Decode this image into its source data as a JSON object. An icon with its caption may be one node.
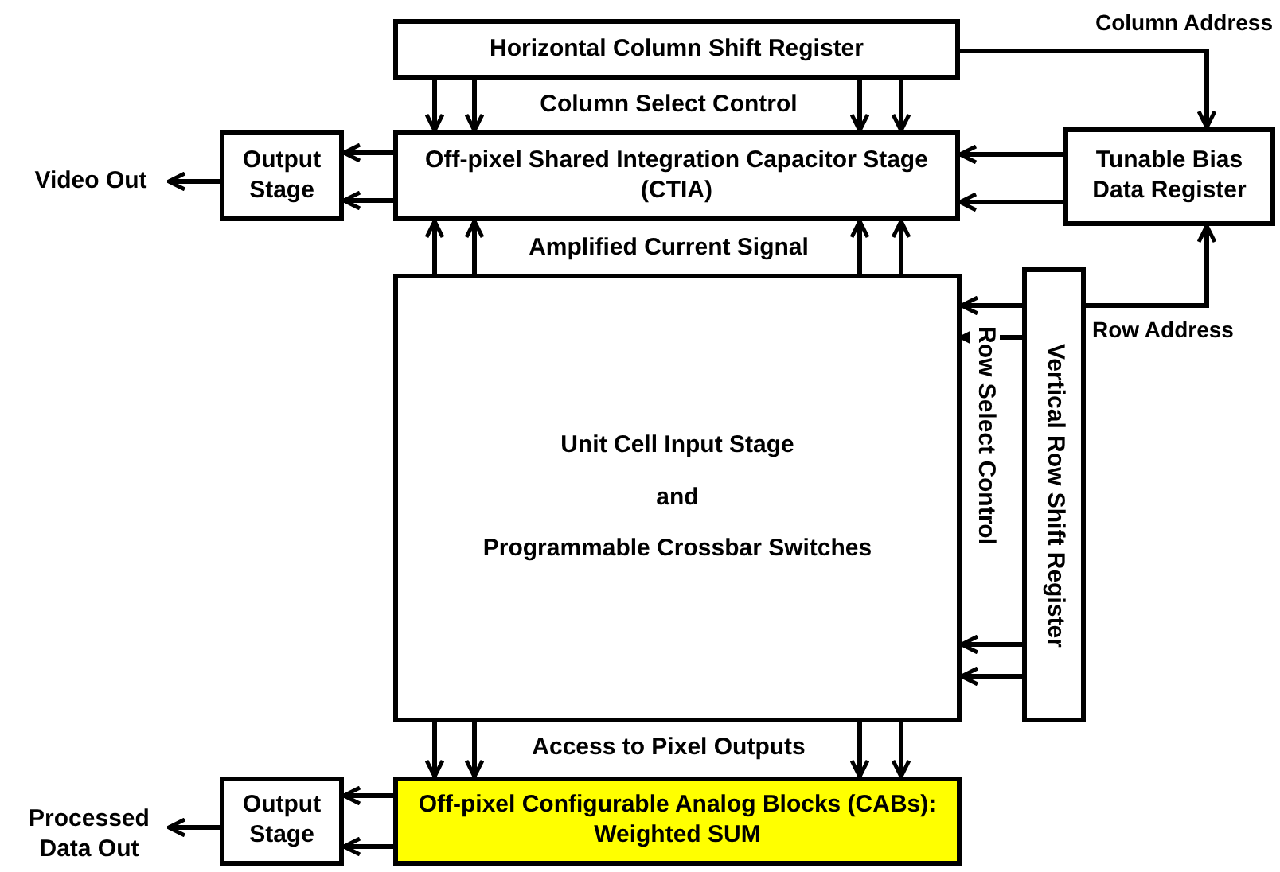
{
  "diagram": {
    "nodes": [
      {
        "text": [
          "Horizontal Column Shift Register"
        ]
      },
      {
        "text": [
          "Off-pixel Shared Integration Capacitor Stage (CTIA)"
        ]
      },
      {
        "text": [
          "Output Stage"
        ]
      },
      {
        "text": [
          "Video Out"
        ]
      },
      {
        "text": [
          "Tunable Bias Data Register"
        ]
      },
      {
        "text": [
          "Unit Cell Input Stage",
          "and",
          "Programmable Crossbar Switches"
        ]
      },
      {
        "text": [
          "Vertical Row Shift Register"
        ]
      },
      {
        "text": [
          "Off-pixel Configurable Analog Blocks (CABs): Weighted SUM"
        ]
      },
      {
        "text": [
          "Output Stage"
        ]
      },
      {
        "text": [
          "Processed Data Out"
        ]
      }
    ],
    "edges": [
      {
        "from": 0,
        "to": 1,
        "arrow": "to"
      },
      {
        "from": 0,
        "to": 1,
        "arrow": "to"
      },
      {
        "from": 0,
        "to": 1,
        "arrow": "to"
      },
      {
        "from": 0,
        "to": 1,
        "arrow": "to"
      },
      {
        "from": 1,
        "to": 2,
        "arrow": "to"
      },
      {
        "from": 1,
        "to": 2,
        "arrow": "to"
      },
      {
        "from": 2,
        "to": 3,
        "arrow": "to"
      },
      {
        "from": 4,
        "to": 1,
        "arrow": "to"
      },
      {
        "from": 4,
        "to": 1,
        "arrow": "to"
      },
      {
        "from": 0,
        "to": 4,
        "arrow": "to",
        "label": "Column Address"
      },
      {
        "from": 5,
        "to": 1,
        "arrow": "to"
      },
      {
        "from": 5,
        "to": 1,
        "arrow": "to"
      },
      {
        "from": 5,
        "to": 1,
        "arrow": "to"
      },
      {
        "from": 5,
        "to": 1,
        "arrow": "to"
      },
      {
        "from": 6,
        "to": 4,
        "arrow": "to",
        "label": "Row Address"
      },
      {
        "from": 6,
        "to": 5,
        "arrow": "to"
      },
      {
        "from": 6,
        "to": 5,
        "arrow": "to"
      },
      {
        "from": 6,
        "to": 5,
        "arrow": "to"
      },
      {
        "from": 6,
        "to": 5,
        "arrow": "to"
      },
      {
        "from": 5,
        "to": 7,
        "arrow": "to"
      },
      {
        "from": 5,
        "to": 7,
        "arrow": "to"
      },
      {
        "from": 5,
        "to": 7,
        "arrow": "to"
      },
      {
        "from": 5,
        "to": 7,
        "arrow": "to"
      },
      {
        "from": 7,
        "to": 8,
        "arrow": "to"
      },
      {
        "from": 7,
        "to": 8,
        "arrow": "to"
      },
      {
        "from": 8,
        "to": 9,
        "arrow": "to"
      }
    ],
    "labels": [
      "Column Select Control",
      "Amplified Current Signal",
      "Row Select Control",
      "Access to Pixel Outputs"
    ]
  }
}
